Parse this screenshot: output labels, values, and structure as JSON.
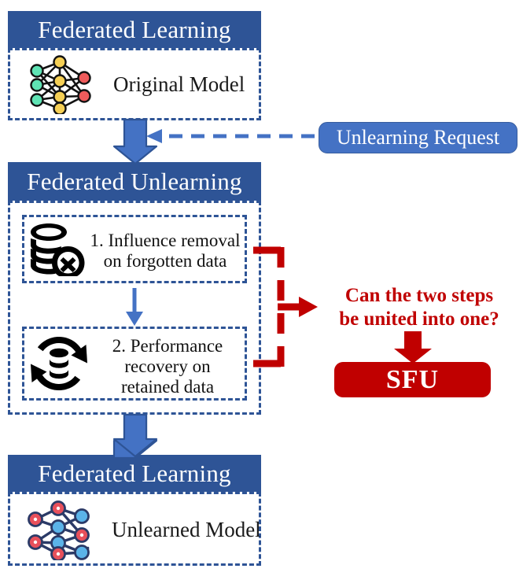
{
  "diagram": {
    "title": "Federated Unlearning pipeline with SFU",
    "colors": {
      "header_blue": "#2e5496",
      "accent_blue": "#4472c4",
      "dash_blue": "#2e5496",
      "red": "#c00000",
      "white": "#ffffff",
      "black": "#000000"
    }
  },
  "top_stage": {
    "header": "Federated Learning",
    "model_label": "Original Model",
    "icon": "neural-network-icon",
    "icon_node_colors": {
      "input": "#5fe3b4",
      "hidden": "#f5cf55",
      "output": "#ef5b5b"
    }
  },
  "request": {
    "label": "Unlearning Request"
  },
  "middle_stage": {
    "header": "Federated Unlearning",
    "steps": [
      {
        "icon": "database-remove-icon",
        "text_lines": [
          "1. Influence removal",
          "on forgotten data"
        ]
      },
      {
        "icon": "database-refresh-icon",
        "text_lines": [
          "2. Performance",
          "recovery on",
          "retained data"
        ]
      }
    ]
  },
  "proposal": {
    "question_lines": [
      "Can the two steps",
      "be united into one?"
    ],
    "result_label": "SFU"
  },
  "bottom_stage": {
    "header": "Federated Learning",
    "model_label": "Unlearned Model",
    "icon": "neural-network-unlearned-icon",
    "icon_node_colors": {
      "red": "#e8505b",
      "blue": "#5bb3e8",
      "edge": "#2b3a67"
    }
  }
}
